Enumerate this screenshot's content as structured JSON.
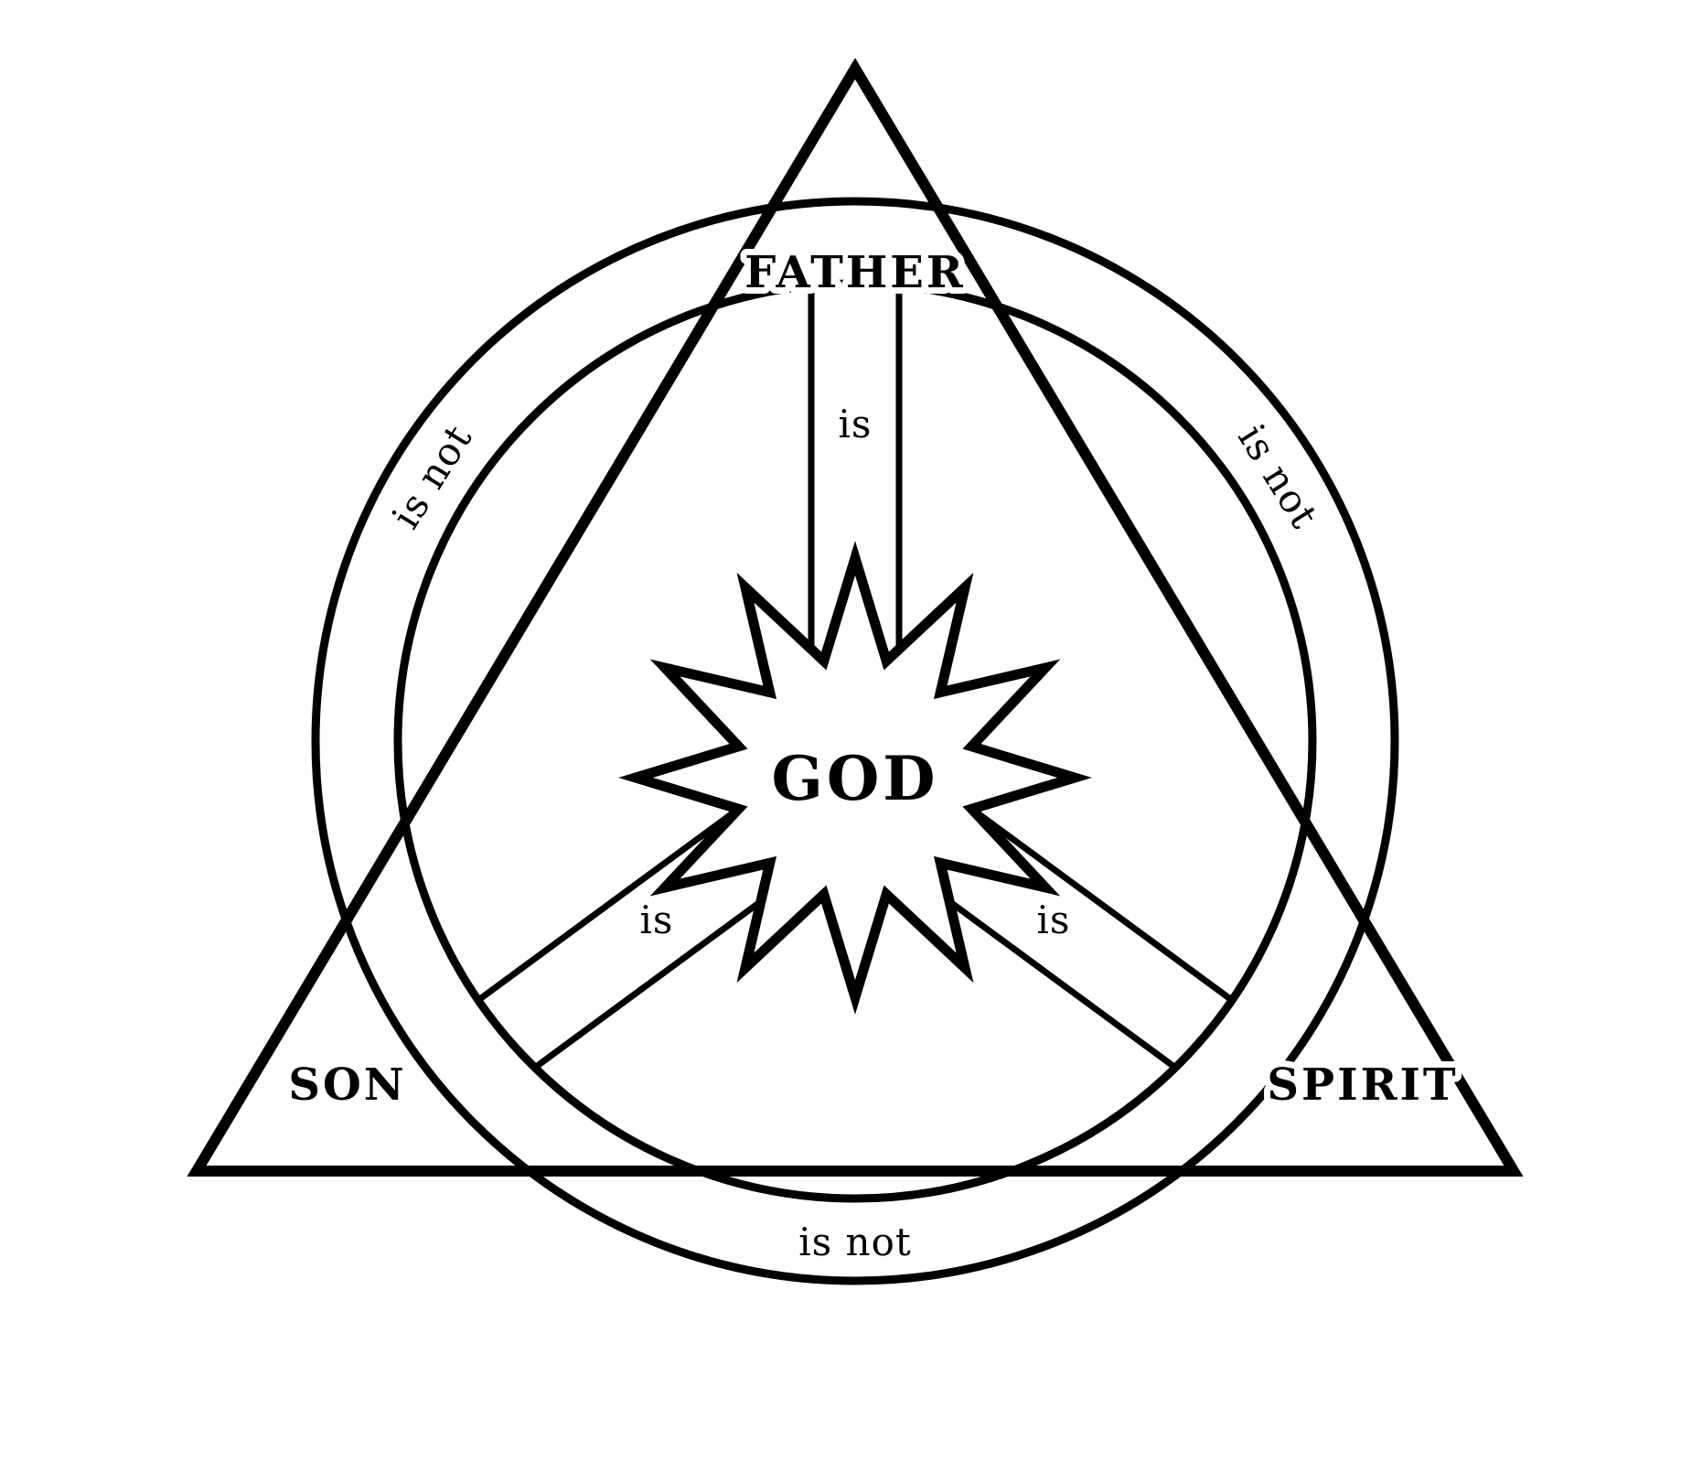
{
  "diagram": {
    "center": {
      "label": "GOD"
    },
    "persons": {
      "father": "FATHER",
      "son": "SON",
      "spirit": "SPIRIT"
    },
    "relations": {
      "father_is_god": "is",
      "son_is_god": "is",
      "spirit_is_god": "is",
      "father_is_not_son": "is not",
      "father_is_not_spirit": "is not",
      "son_is_not_spirit": "is not"
    },
    "colors": {
      "ink": "#000000",
      "paper": "#ffffff"
    }
  }
}
